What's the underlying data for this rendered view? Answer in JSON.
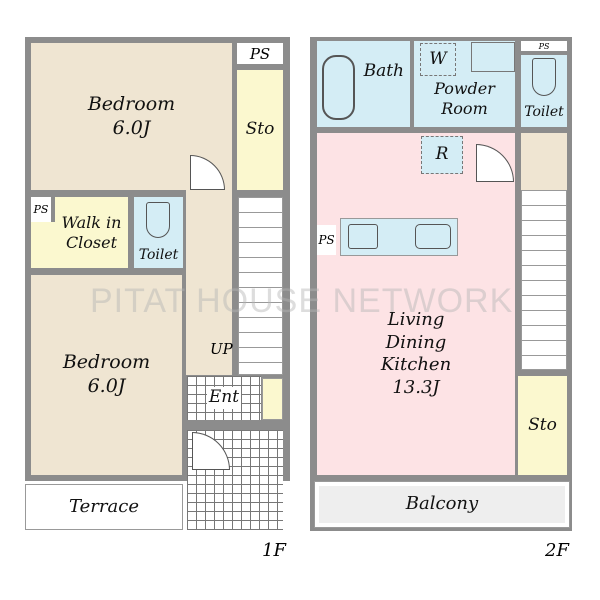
{
  "floor1": {
    "label": "1F",
    "bedroom_top": {
      "name": "Bedroom",
      "size": "6.0J"
    },
    "ps_top": "PS",
    "storage": "Sto",
    "ps_closet": "PS",
    "walk_in_closet": {
      "line1": "Walk in",
      "line2": "Closet"
    },
    "toilet": "Toilet",
    "stairs_label": "UP",
    "bedroom_bottom": {
      "name": "Bedroom",
      "size": "6.0J"
    },
    "entrance": "Ent",
    "terrace": "Terrace"
  },
  "floor2": {
    "label": "2F",
    "bath": "Bath",
    "washer": "W",
    "powder_room": {
      "line1": "Powder",
      "line2": "Room"
    },
    "ps_top": "PS",
    "toilet": "Toilet",
    "refrigerator": "R",
    "ps_kitchen": "PS",
    "ldk": {
      "line1": "Living",
      "line2": "Dining",
      "line3": "Kitchen",
      "size": "13.3J"
    },
    "storage": "Sto",
    "balcony": "Balcony"
  },
  "watermark": "PITAT HOUSE NETWORK"
}
